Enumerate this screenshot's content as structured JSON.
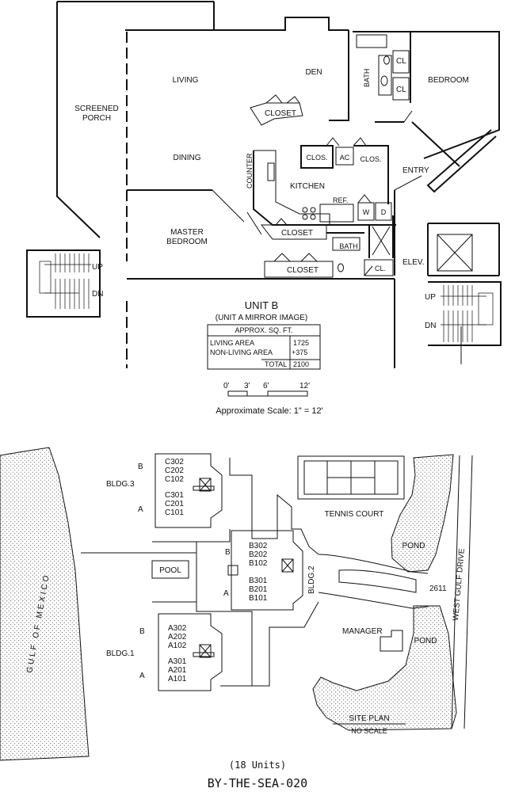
{
  "floor_plan": {
    "rooms": {
      "screened_porch": [
        "SCREENED",
        "PORCH"
      ],
      "living": "LIVING",
      "den": "DEN",
      "bath_top": "BATH",
      "cl_1": "CL",
      "cl_2": "CL",
      "bedroom": "BEDROOM",
      "closet_den": "CLOSET",
      "dining": "DINING",
      "counter": "COUNTER",
      "clos_1": "CLOS.",
      "ac": "AC",
      "clos_2": "CLOS.",
      "entry": "ENTRY",
      "kitchen": "KITCHEN",
      "ref": "REF.",
      "washer": "W",
      "dryer": "D",
      "master_bedroom": [
        "MASTER",
        "BEDROOM"
      ],
      "closet_master_1": "CLOSET",
      "closet_master_2": "CLOSET",
      "bath_master": "BATH",
      "cl_master": "CL.",
      "elev": "ELEV."
    },
    "stairs_left": {
      "up": "UP",
      "dn": "DN"
    },
    "stairs_right": {
      "up": "UP",
      "dn": "DN"
    }
  },
  "unit_info": {
    "title": "UNIT B",
    "subtitle": "(UNIT A MIRROR IMAGE)",
    "table_header": "APPROX. SQ. FT.",
    "rows": [
      {
        "label": "LIVING AREA",
        "value": "1725"
      },
      {
        "label": "NON-LIVING AREA",
        "value": "+375"
      },
      {
        "label": "TOTAL",
        "value": "2100"
      }
    ]
  },
  "scale": {
    "ticks": [
      "0'",
      "3'",
      "6'",
      "12'"
    ],
    "caption": "Approximate Scale: 1\" = 12'"
  },
  "site_plan": {
    "gulf": "GULF OF MEXICO",
    "bldg3": {
      "name": "BLDG.3",
      "b": "B",
      "a": "A",
      "units_b": [
        "C302",
        "C202",
        "C102"
      ],
      "units_a": [
        "C301",
        "C201",
        "C101"
      ]
    },
    "bldg2": {
      "name": "BLDG.2",
      "b": "B",
      "a": "A",
      "units_b": [
        "B302",
        "B202",
        "B102"
      ],
      "units_a": [
        "B301",
        "B201",
        "B101"
      ]
    },
    "bldg1": {
      "name": "BLDG.1",
      "b": "B",
      "a": "A",
      "units_b": [
        "A302",
        "A202",
        "A102"
      ],
      "units_a": [
        "A301",
        "A201",
        "A101"
      ]
    },
    "pool": "POOL",
    "tennis": "TENNIS COURT",
    "pond_1": "POND",
    "pond_2": "POND",
    "address": "2611",
    "road": "WEST GULF DRIVE",
    "manager": "MANAGER",
    "title": "SITE PLAN",
    "note": "NO SCALE"
  },
  "footer": {
    "units": "(18 Units)",
    "code": "BY-THE-SEA-020"
  }
}
